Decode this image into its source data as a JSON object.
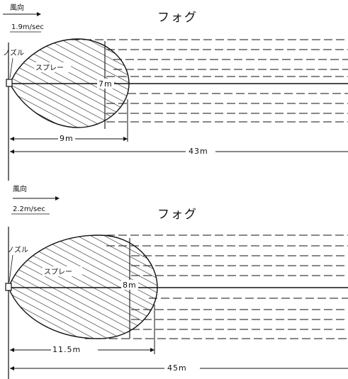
{
  "panels": [
    {
      "wind_label": "風向",
      "wind_speed": "1.9m/sec",
      "fog_label": "フォグ",
      "nozzle_label": "ノズル",
      "spray_label": "スプレー",
      "spray_height": "7m",
      "spray_length": "9m",
      "fog_length": "43m"
    },
    {
      "wind_label": "風向",
      "wind_speed": "2.2m/sec",
      "fog_label": "フォグ",
      "nozzle_label": "ノズル",
      "spray_label": "スプレー",
      "spray_height": "8m",
      "spray_length": "11.5m",
      "fog_length": "45m"
    }
  ]
}
